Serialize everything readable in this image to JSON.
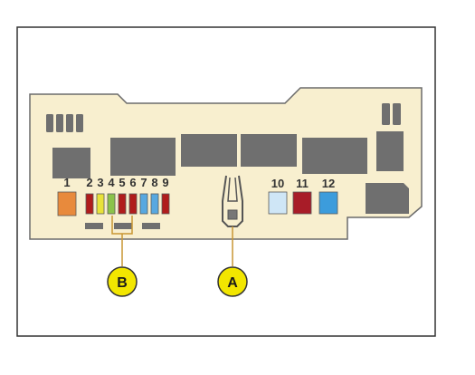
{
  "diagram": {
    "fuse_numbers": [
      "1",
      "2",
      "3",
      "4",
      "5",
      "6",
      "7",
      "8",
      "9",
      "10",
      "11",
      "12"
    ],
    "callouts": {
      "a": "A",
      "b": "B"
    }
  },
  "colors": {
    "board": "#f8efcf",
    "board_outline": "#6b6b6b",
    "relay": "#6f6f6f",
    "callout_fill": "#f2e600",
    "callout_line": "#c89632",
    "fuse_1": "#e88a3c",
    "fuse_2": "#b01c1c",
    "fuse_3": "#e8e23a",
    "fuse_4": "#8bc34a",
    "fuse_5": "#b01c1c",
    "fuse_6": "#b01c1c",
    "fuse_7": "#58a8e0",
    "fuse_8": "#58a8e0",
    "fuse_9": "#b01c1c",
    "fuse_10": "#cfe6f6",
    "fuse_11": "#a81c28",
    "fuse_12": "#3c9cdc"
  }
}
